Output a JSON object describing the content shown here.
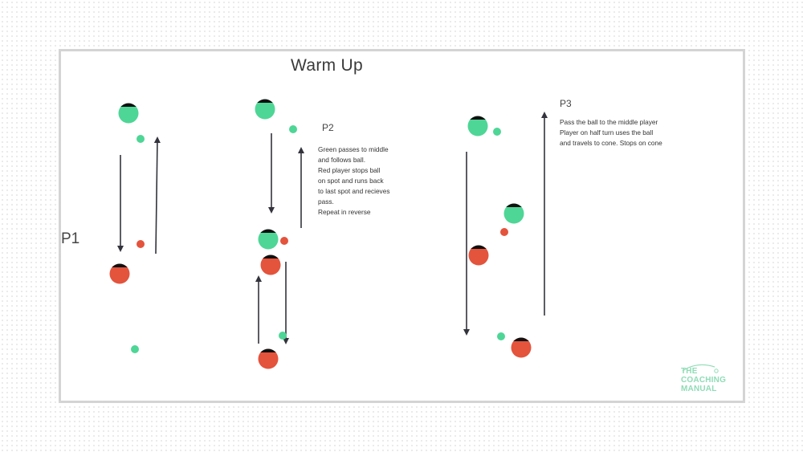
{
  "title": "Warm Up",
  "labels": {
    "p1": "P1",
    "p2": "P2",
    "p3": "P3"
  },
  "p2_description": [
    "Green passes to middle",
    "and follows ball.",
    "Red player stops ball",
    "on spot and runs back",
    "to last spot and recieves",
    "pass.",
    "Repeat in reverse"
  ],
  "p3_description": [
    "Pass the ball to the middle player",
    "Player on half turn uses the ball",
    "and travels to cone. Stops on cone"
  ],
  "logo": {
    "line1": "THE",
    "line2": "COACHING",
    "line3": "MANUAL"
  },
  "colors": {
    "green": "#4ed696",
    "red": "#e4533c",
    "arrow": "#33333d",
    "logo": "#8fdcb6"
  }
}
